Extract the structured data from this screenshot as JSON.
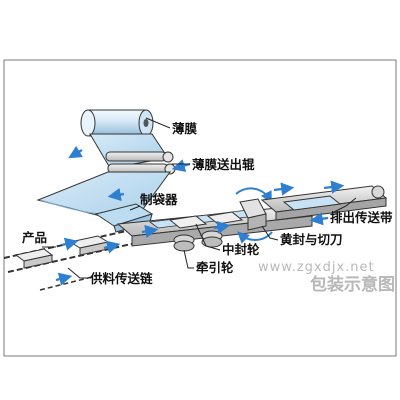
{
  "labels": {
    "film": "薄膜",
    "film_feed_roller": "薄膜送出辊",
    "bag_former": "制袋器",
    "product": "产品",
    "outfeed_conveyor": "排出传送带",
    "end_seal_cutter": "黄封与切刀",
    "center_seal_wheel": "中封轮",
    "pull_wheel": "牵引轮",
    "infeed_chain": "供料传送链"
  },
  "watermark": {
    "url": "www.zgxdjx.net",
    "caption": "包装示意图"
  },
  "colors": {
    "film": "#c2dff2",
    "film_dark": "#8fbfe0",
    "arrow": "#2f7fd0",
    "line": "#222222",
    "machine": "#d9d9d9",
    "machine_dark": "#9a9a9a"
  }
}
